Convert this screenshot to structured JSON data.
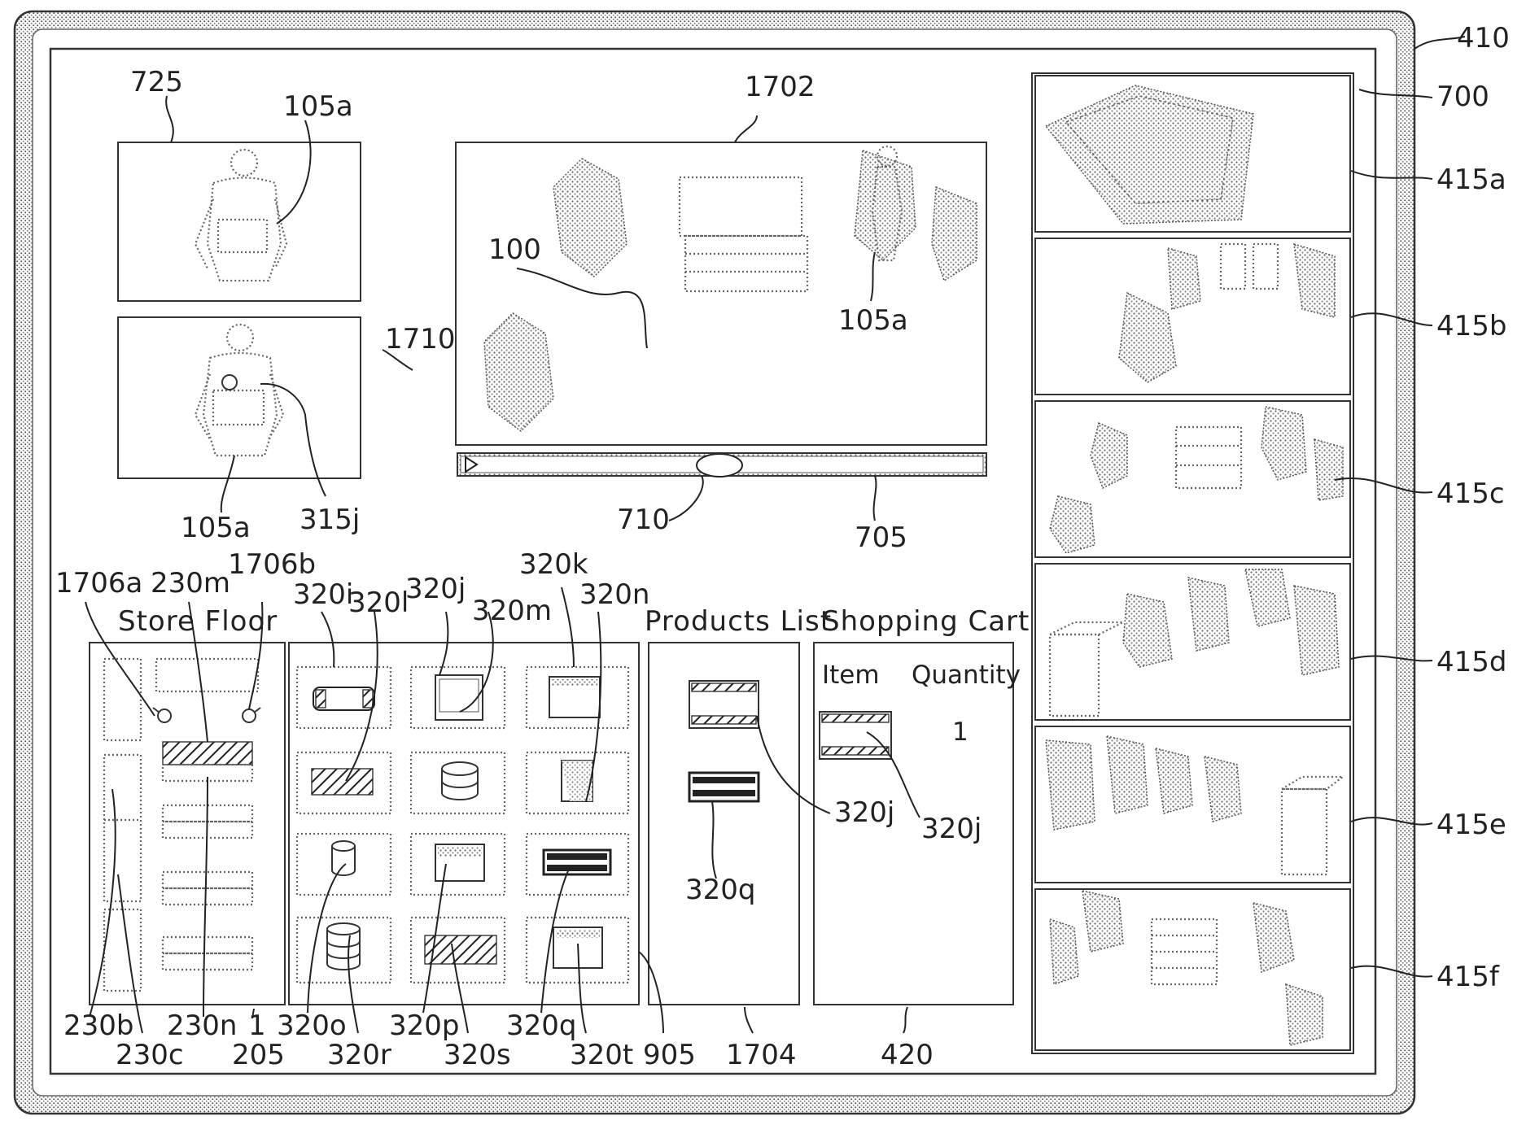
{
  "colors": {
    "line": "#333333",
    "stipple": "#777777",
    "background": "#ffffff"
  },
  "headers": {
    "store_floor": "Store Floor",
    "products_list": "Products List",
    "shopping_cart": "Shopping Cart",
    "item": "Item",
    "quantity": "Quantity",
    "quantity_value": "1"
  },
  "refs": {
    "r410": "410",
    "r700": "700",
    "r725": "725",
    "r105a_top": "105a",
    "r1702": "1702",
    "r100": "100",
    "r105a_mid": "105a",
    "r1710": "1710",
    "r105a_low": "105a",
    "r315j": "315j",
    "r710": "710",
    "r705": "705",
    "r415a": "415a",
    "r415b": "415b",
    "r415c": "415c",
    "r415d": "415d",
    "r415e": "415e",
    "r415f": "415f",
    "r1706a": "1706a",
    "r230m": "230m",
    "r1706b": "1706b",
    "r320i": "320i",
    "r320l": "320l",
    "r320j_top": "320j",
    "r320m": "320m",
    "r320k": "320k",
    "r320n": "320n",
    "r320j_list": "320j",
    "r320j_cart": "320j",
    "r320q_list": "320q",
    "r230b": "230b",
    "r230c": "230c",
    "r230n": "230n",
    "r1": "1",
    "r205": "205",
    "r320o": "320o",
    "r320r": "320r",
    "r320p": "320p",
    "r320s": "320s",
    "r320q_bot": "320q",
    "r320t": "320t",
    "r905": "905",
    "r1704": "1704",
    "r420": "420"
  }
}
